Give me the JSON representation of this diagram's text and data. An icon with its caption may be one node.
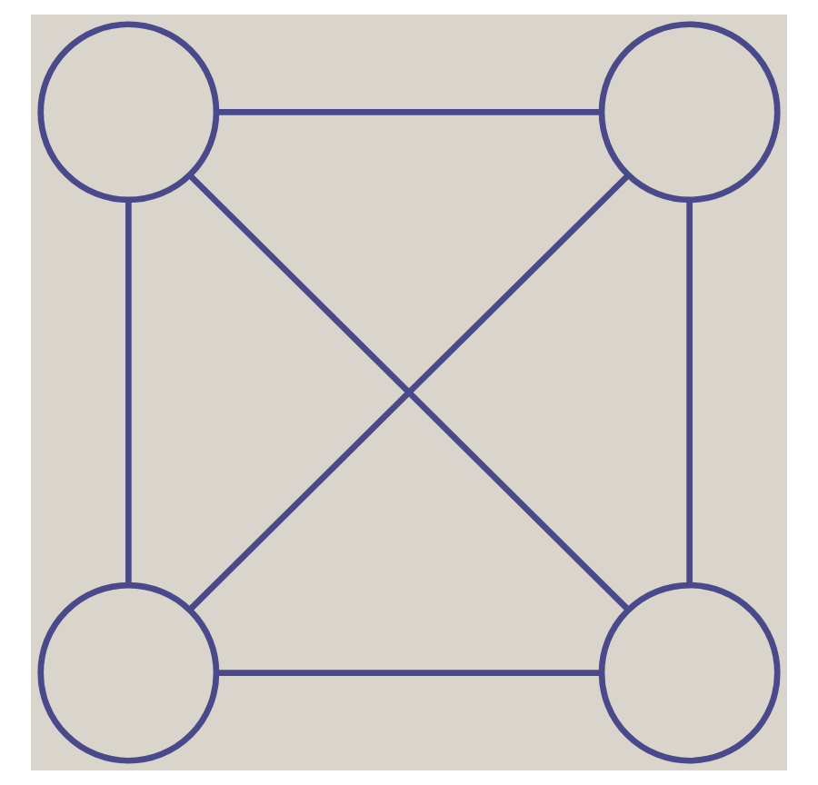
{
  "diagram": {
    "nodes": [
      {
        "text": [],
        "shape": "circle"
      },
      {
        "text": [],
        "shape": "circle"
      },
      {
        "text": [],
        "shape": "circle"
      },
      {
        "text": [],
        "shape": "circle"
      }
    ],
    "edges": [
      {
        "from": 0,
        "to": 1,
        "arrow": "none"
      },
      {
        "from": 0,
        "to": 2,
        "arrow": "none"
      },
      {
        "from": 0,
        "to": 3,
        "arrow": "none"
      },
      {
        "from": 1,
        "to": 2,
        "arrow": "none"
      },
      {
        "from": 1,
        "to": 3,
        "arrow": "none"
      },
      {
        "from": 2,
        "to": 3,
        "arrow": "none"
      }
    ]
  }
}
